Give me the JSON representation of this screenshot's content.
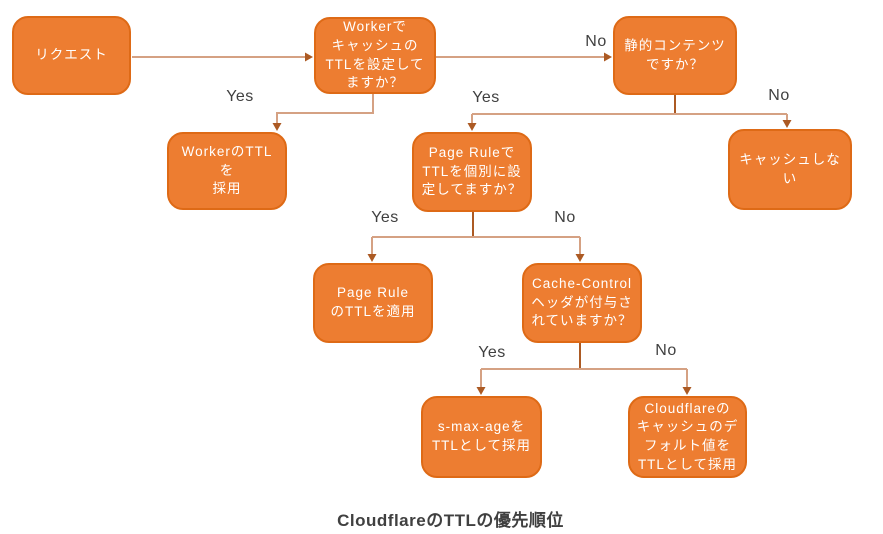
{
  "diagram": {
    "caption": "CloudflareのTTLの優先順位"
  },
  "colors": {
    "node_fill": "#ED7D31",
    "node_border": "#DE6A16",
    "node_text": "#FFFFFF",
    "connector": "#D5A183",
    "connector_dark": "#AC5A23",
    "label_text": "#404040",
    "background": "#FFFFFF"
  },
  "nodes": [
    {
      "id": "request",
      "text": "リクエスト"
    },
    {
      "id": "worker-ttl-question",
      "text": "Workerで\nキャッシュの\nTTLを設定して\nますか？"
    },
    {
      "id": "static-content-question",
      "text": "静的コンテンツ\nですか？"
    },
    {
      "id": "adopt-worker-ttl",
      "text": "WorkerのTTL\nを\n採用"
    },
    {
      "id": "page-rule-question",
      "text": "Page Ruleで\nTTLを個別に設\n定してますか？"
    },
    {
      "id": "no-cache",
      "text": "キャッシュしな\nい"
    },
    {
      "id": "apply-page-rule-ttl",
      "text": "Page Rule\nのTTLを適用"
    },
    {
      "id": "cache-control-question",
      "text": "Cache-Control\nヘッダが付与さ\nれていますか？"
    },
    {
      "id": "adopt-s-max-age",
      "text": "s-max-ageを\nTTLとして採用"
    },
    {
      "id": "adopt-cloudflare-default",
      "text": "Cloudflareの\nキャッシュのデ\nフォルト値を\nTTLとして採用"
    }
  ],
  "edges": [
    {
      "from": "request",
      "to": "worker-ttl-question",
      "label": ""
    },
    {
      "from": "worker-ttl-question",
      "to": "static-content-question",
      "label": "No"
    },
    {
      "from": "worker-ttl-question",
      "to": "adopt-worker-ttl",
      "label": "Yes"
    },
    {
      "from": "static-content-question",
      "to": "page-rule-question",
      "label": "Yes"
    },
    {
      "from": "static-content-question",
      "to": "no-cache",
      "label": "No"
    },
    {
      "from": "page-rule-question",
      "to": "apply-page-rule-ttl",
      "label": "Yes"
    },
    {
      "from": "page-rule-question",
      "to": "cache-control-question",
      "label": "No"
    },
    {
      "from": "cache-control-question",
      "to": "adopt-s-max-age",
      "label": "Yes"
    },
    {
      "from": "cache-control-question",
      "to": "adopt-cloudflare-default",
      "label": "No"
    }
  ]
}
